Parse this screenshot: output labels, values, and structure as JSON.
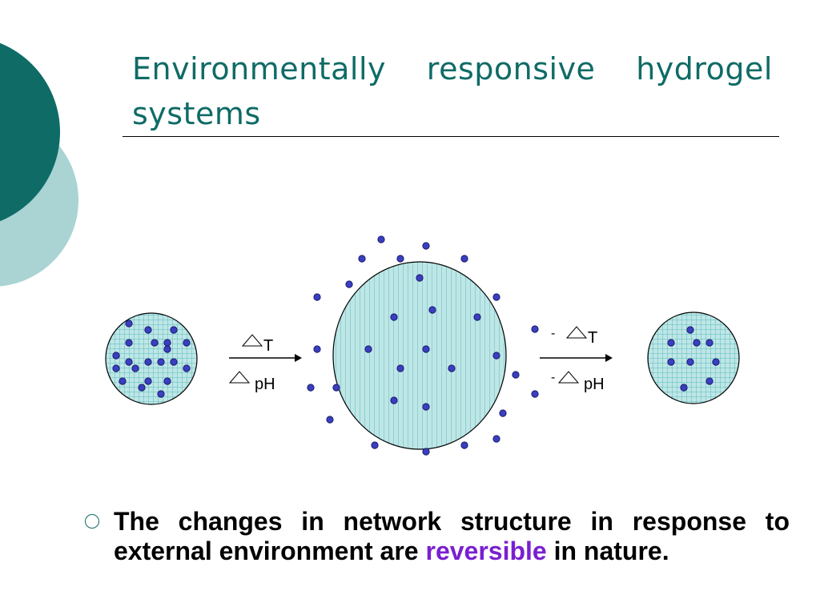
{
  "slide": {
    "title": "Environmentally responsive hydrogel systems",
    "colors": {
      "title": "#0f6b66",
      "deco_dark": "#0f6b66",
      "deco_light": "#a9d4d3",
      "gel_fill": "#bfe6e6",
      "grid": "#58b9bd",
      "dot": "#3a3fbe",
      "emphasis": "#7a1fd0"
    }
  },
  "diagram": {
    "forward_arrow": {
      "label_top": "T",
      "label_bottom": "pH",
      "symbol": "delta-triangle"
    },
    "reverse_arrow": {
      "label_top": "T",
      "label_bottom": "pH",
      "prefix": "-",
      "symbol": "delta-triangle"
    },
    "states": [
      "collapsed-gel",
      "swollen-gel",
      "collapsed-gel"
    ]
  },
  "bullet": {
    "marker": "hollow-circle",
    "text_before": "The changes in network structure in response to external environment are ",
    "text_emphasis": "reversible",
    "text_after": " in nature."
  }
}
